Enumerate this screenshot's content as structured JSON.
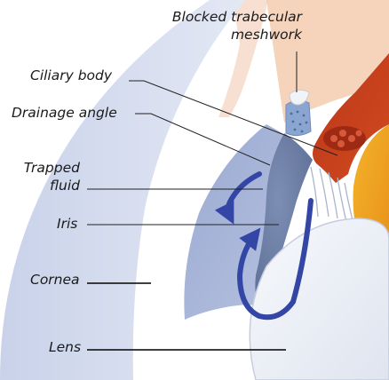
{
  "labels": {
    "blocked_trabecular_meshwork_line1": "Blocked trabecular",
    "blocked_trabecular_meshwork_line2": "meshwork",
    "ciliary_body": "Ciliary body",
    "drainage_angle": "Drainage angle",
    "trapped_fluid_line1": "Trapped",
    "trapped_fluid_line2": "fluid",
    "iris": "Iris",
    "cornea": "Cornea",
    "lens": "Lens"
  },
  "colors": {
    "sclera_skin": "#f6d3bb",
    "cornea": "#d9dff0",
    "anterior_chamber": "#a4b2d6",
    "iris": "#6c7ea4",
    "lens": "#eef1f8",
    "ciliary_muscle": "#c8401c",
    "vitreous": "#f0a91a",
    "fluid_arrow": "#3346a6",
    "meshwork": "#8aa6d0"
  }
}
